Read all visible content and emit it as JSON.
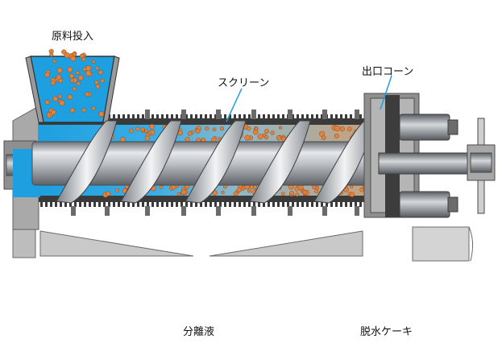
{
  "labels": {
    "feed_inlet": "原料投入",
    "screen": "スクリーン",
    "outlet_cone": "出口コーン",
    "filtrate": "分離液",
    "dewatered_cake": "脱水ケーキ"
  },
  "colors": {
    "liquid": "#1e9fe0",
    "liquid_light": "#8fd2f5",
    "sludge": "#e0823f",
    "cake": "#c8a07a",
    "shaft": "#9ea2a8",
    "frame": "#9b9b9b",
    "pointer": "#1e9fe0"
  },
  "icons": [
    "screw-conveyor",
    "motor-cylinder",
    "gear-wheel"
  ]
}
